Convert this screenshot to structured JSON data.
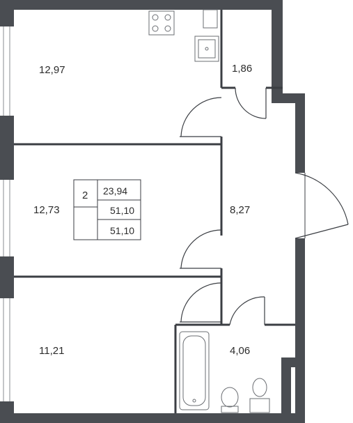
{
  "rooms": {
    "kitchen": "12,97",
    "wc": "1,86",
    "bedroom": "12,73",
    "hall": "8,27",
    "room3": "11,21",
    "bathroom": "4,06"
  },
  "summary": {
    "rooms_count": "2",
    "living_area": "23,94",
    "total_area": "51,10",
    "total_area_2": "51,10"
  },
  "colors": {
    "wall": "#4a4d52",
    "line": "#3b3e43",
    "text": "#2c2c2c"
  }
}
